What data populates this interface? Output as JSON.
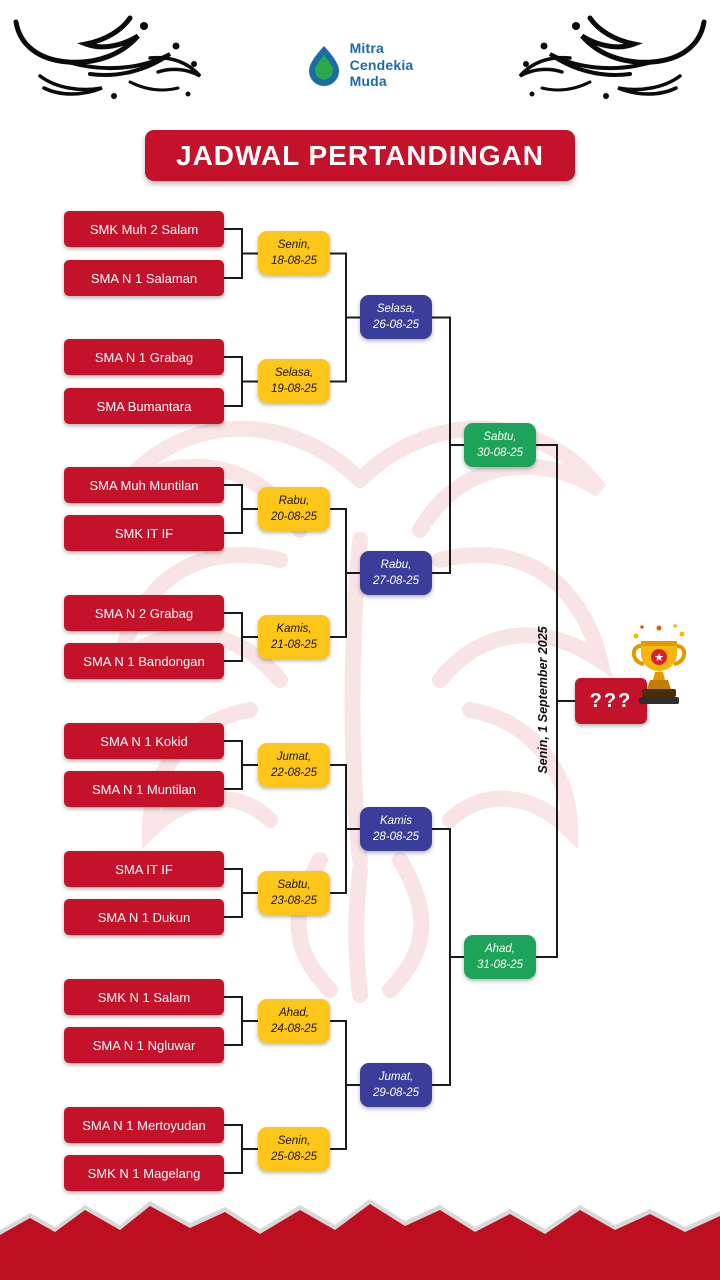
{
  "header": {
    "logo": {
      "line1": "Mitra",
      "line2": "Cendekia",
      "line3": "Muda"
    },
    "title": "JADWAL PERTANDINGAN"
  },
  "bracket": {
    "matches": [
      {
        "team_a": "SMK Muh 2 Salam",
        "team_b": "SMA N 1 Salaman",
        "day": "Senin,",
        "date": "18-08-25"
      },
      {
        "team_a": "SMA N 1 Grabag",
        "team_b": "SMA Bumantara",
        "day": "Selasa,",
        "date": "19-08-25"
      },
      {
        "team_a": "SMA Muh Muntilan",
        "team_b": "SMK IT IF",
        "day": "Rabu,",
        "date": "20-08-25"
      },
      {
        "team_a": "SMA N 2 Grabag",
        "team_b": "SMA N 1 Bandongan",
        "day": "Kamis,",
        "date": "21-08-25"
      },
      {
        "team_a": "SMA N 1 Kokid",
        "team_b": "SMA N 1 Muntilan",
        "day": "Jumat,",
        "date": "22-08-25"
      },
      {
        "team_a": "SMA IT IF",
        "team_b": "SMA N 1 Dukun",
        "day": "Sabtu,",
        "date": "23-08-25"
      },
      {
        "team_a": "SMK N 1 Salam",
        "team_b": "SMA N 1 Ngluwar",
        "day": "Ahad,",
        "date": "24-08-25"
      },
      {
        "team_a": "SMA N 1 Mertoyudan",
        "team_b": "SMK N 1 Magelang",
        "day": "Senin,",
        "date": "25-08-25"
      }
    ],
    "quarterfinals": [
      {
        "day": "Selasa,",
        "date": "26-08-25"
      },
      {
        "day": "Rabu,",
        "date": "27-08-25"
      },
      {
        "day": "Kamis",
        "date": "28-08-25"
      },
      {
        "day": "Jumat,",
        "date": "29-08-25"
      }
    ],
    "semifinals": [
      {
        "day": "Sabtu,",
        "date": "30-08-25"
      },
      {
        "day": "Ahad,",
        "date": "31-08-25"
      }
    ],
    "final": {
      "label": "Senin, 1 September 2025",
      "champion": "???"
    }
  },
  "colors": {
    "red": "#C4122A",
    "yellow": "#FFC61A",
    "blue": "#3A3D99",
    "green": "#1EA35A",
    "logo_blue": "#1B6BA5"
  }
}
